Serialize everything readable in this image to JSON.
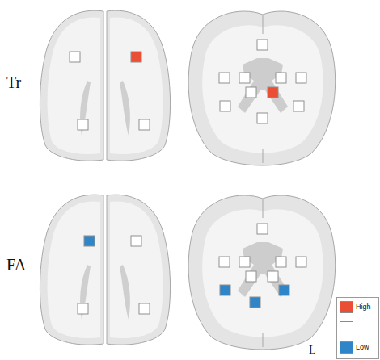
{
  "diagram": {
    "labels": [
      "Tr",
      "FA",
      "L"
    ],
    "legend": [
      {
        "text": "High",
        "color": "#ea4f35"
      },
      {
        "text": "Low",
        "color": "#2e86c8"
      }
    ]
  }
}
